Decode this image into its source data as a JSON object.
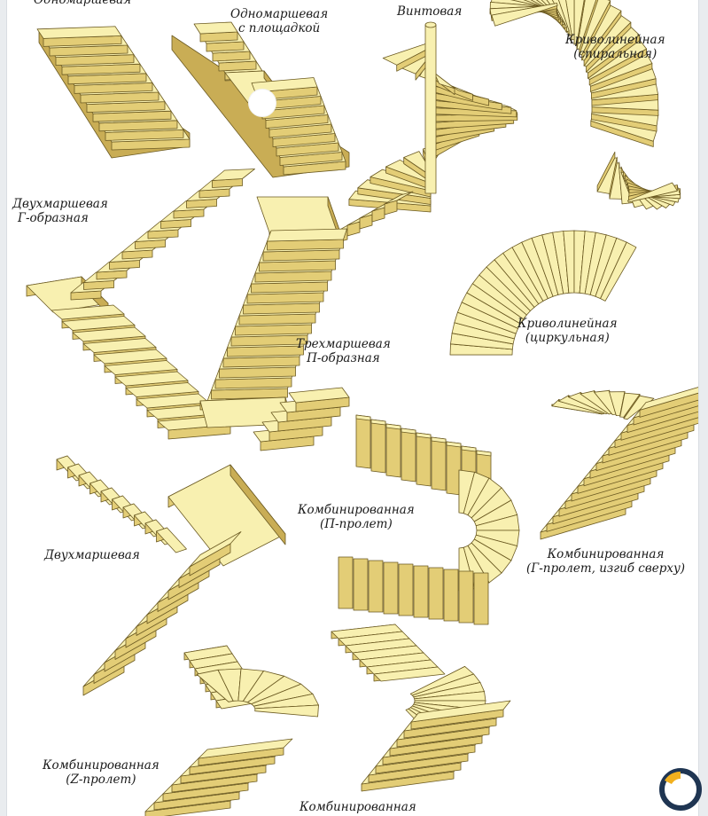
{
  "captions": {
    "single_flight": {
      "line1": "Одномаршевая"
    },
    "single_landing": {
      "line1": "Одномаршевая",
      "line2": "с площадкой"
    },
    "spiral_screw": {
      "line1": "Винтовая"
    },
    "curved_spiral": {
      "line1": "Криволинейная",
      "line2": "(спиральная)"
    },
    "two_flight_l": {
      "line1": "Двухмаршевая",
      "line2": "Г-образная"
    },
    "three_flight_u": {
      "line1": "Трехмаршевая",
      "line2": "П-образная"
    },
    "curved_circular": {
      "line1": "Криволинейная",
      "line2": "(циркульная)"
    },
    "two_flight": {
      "line1": "Двухмаршевая"
    },
    "combined_u": {
      "line1": "Комбинированная",
      "line2": "(П-пролет)"
    },
    "combined_l": {
      "line1": "Комбинированная",
      "line2": "(Г-пролет, изгиб сверху)"
    },
    "combined_z": {
      "line1": "Комбинированная",
      "line2": "(Z-пролет)"
    },
    "combined_bottom": {
      "line1": "Комбинированная"
    }
  },
  "colors": {
    "tread": "#f8f0b0",
    "riser": "#e3cd76",
    "side": "#c9ad55",
    "outline": "#6b5a22",
    "logo_ring": "#1f3552",
    "logo_accent": "#f2b01e"
  },
  "icons": {
    "logo": "brand-logo-icon"
  }
}
